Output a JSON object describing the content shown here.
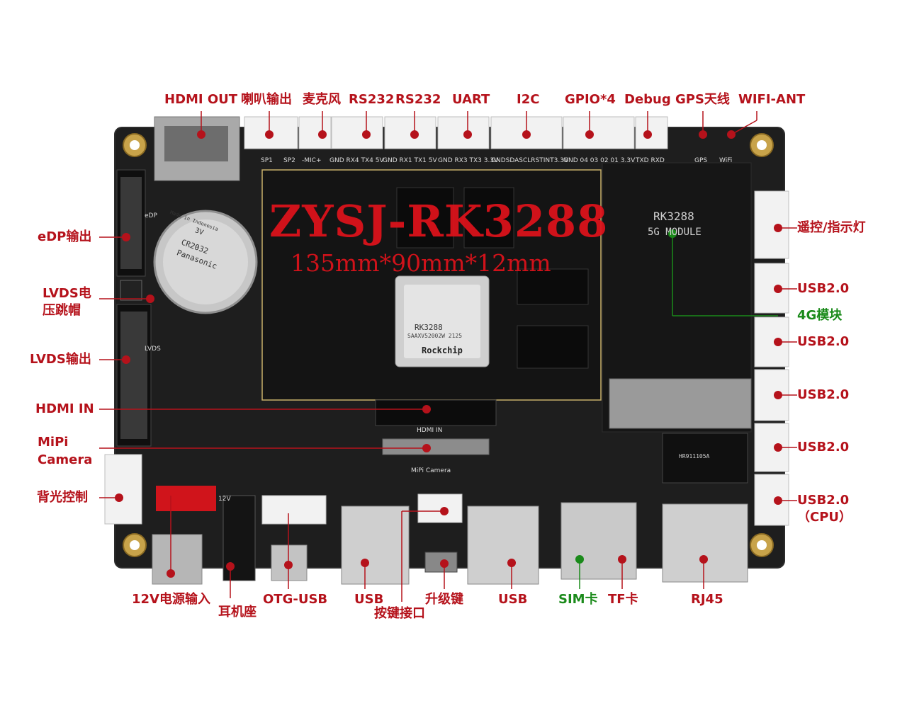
{
  "board": {
    "title": "ZYSJ-RK3288",
    "dimensions": "135mm*90mm*12mm",
    "module_label_1": "RK3288",
    "module_label_2": "5G MODULE",
    "soc_brand": "Rockchip",
    "soc_model": "RK3288",
    "soc_code": "SAAXV52002W 2125",
    "silk_hdmi_in": "HDMI IN",
    "silk_mipi": "MiPi Camera",
    "silk_edp": "eDP",
    "silk_lvds": "LVDS",
    "silk_12v": "12V",
    "silk_gps": "GPS",
    "silk_wifi": "WiFi",
    "battery_brand": "Panasonic",
    "battery_model": "CR2032",
    "battery_voltage": "3V",
    "battery_note": "Made in Indonesia",
    "rj45_chip": "HR911105A",
    "connector_silk": [
      "SP1",
      "SP2",
      "-MIC+",
      "GND RX4 TX4 5V",
      "GND RX1 TX1 5V",
      "GND RX3 TX3 3.3V",
      "GNDSDASCLRSTINT3.3V",
      "GND 04 03 02 01 3.3V",
      "TXD RXD"
    ]
  },
  "labels": {
    "top": [
      "HDMI OUT",
      "喇叭输出",
      "麦克风",
      "RS232",
      "RS232",
      "UART",
      "I2C",
      "GPIO*4",
      "Debug",
      "GPS天线",
      "WIFI-ANT"
    ],
    "left": [
      "eDP输出",
      "LVDS电",
      "压跳帽",
      "LVDS输出",
      "HDMI IN",
      "MiPi",
      "Camera",
      "背光控制"
    ],
    "right": [
      "遥控/指示灯",
      "USB2.0",
      "4G模块",
      "USB2.0",
      "USB2.0",
      "USB2.0",
      "USB2.0",
      "（CPU）"
    ],
    "bottom": [
      "12V电源输入",
      "耳机座",
      "OTG-USB",
      "USB",
      "按键接口",
      "升级键",
      "USB",
      "SIM卡",
      "TF卡",
      "RJ45"
    ]
  },
  "colors": {
    "label_red": "#b5121b",
    "label_green": "#1a8a1a",
    "pcb": "#1c1c1c",
    "overlay_red": "#e0121b"
  }
}
